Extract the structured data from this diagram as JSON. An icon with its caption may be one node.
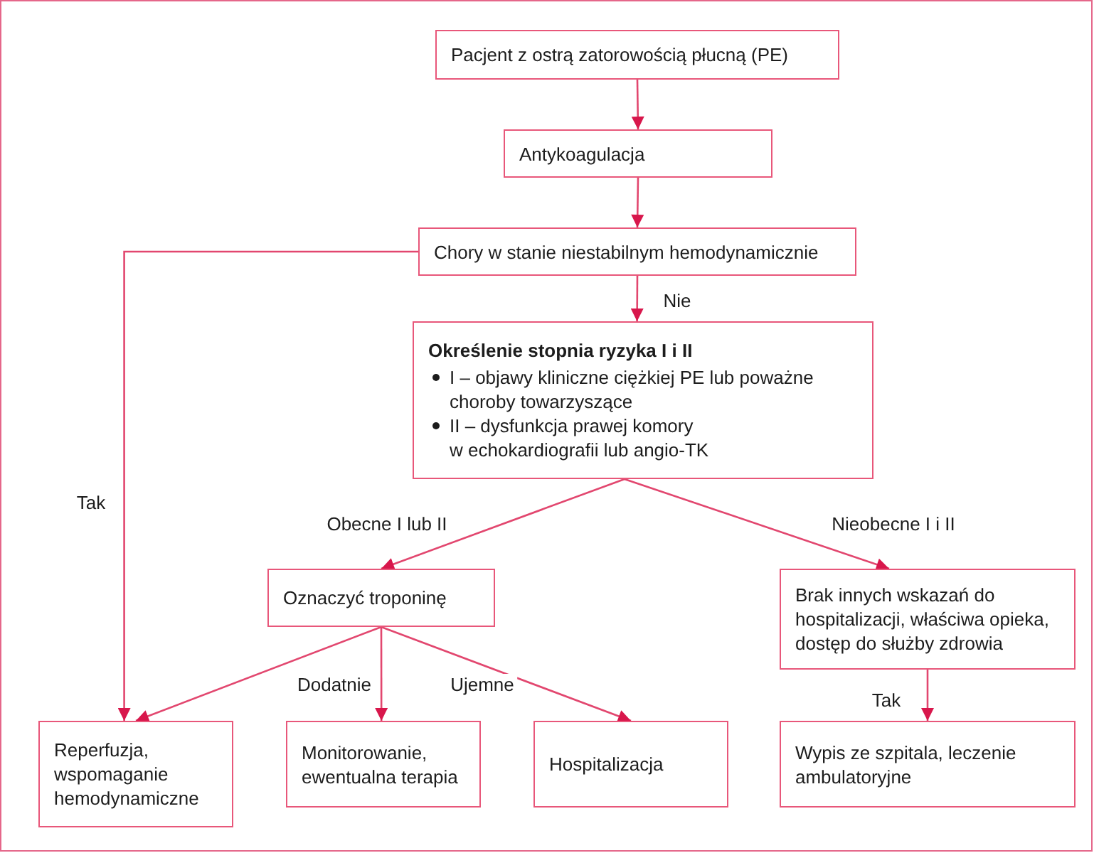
{
  "diagram": {
    "nodes": [
      {
        "text": [
          "Pacjent z ostrą zatorowością płucną (PE)"
        ]
      },
      {
        "text": [
          "Antykoagulacja"
        ]
      },
      {
        "text": [
          "Chory w stanie niestabilnym hemodynamicznie"
        ]
      },
      {
        "text": [
          "Określenie stopnia ryzyka I i II",
          "I – objawy kliniczne ciężkiej PE lub poważne choroby towarzyszące",
          "II – dysfunkcja prawej komory w echokardiografii lub angio-TK"
        ]
      },
      {
        "text": [
          "Oznaczyć troponinę"
        ]
      },
      {
        "text": [
          "Brak innych wskazań do hospitalizacji, właściwa opieka, dostęp do służby zdrowia"
        ]
      },
      {
        "text": [
          "Reperfuzja, wspomaganie hemodynamiczne"
        ]
      },
      {
        "text": [
          "Monitorowanie, ewentualna terapia"
        ]
      },
      {
        "text": [
          "Hospitalizacja"
        ]
      },
      {
        "text": [
          "Wypis ze szpitala, leczenie ambulatoryjne"
        ]
      }
    ],
    "edges": [
      {
        "from": 0,
        "to": 1,
        "arrow": "to"
      },
      {
        "from": 1,
        "to": 2,
        "arrow": "to"
      },
      {
        "from": 2,
        "to": 6,
        "arrow": "to",
        "label": "Tak"
      },
      {
        "from": 2,
        "to": 3,
        "arrow": "to",
        "label": "Nie"
      },
      {
        "from": 3,
        "to": 4,
        "arrow": "to",
        "label": "Obecne I lub II"
      },
      {
        "from": 3,
        "to": 5,
        "arrow": "to",
        "label": "Nieobecne I i II"
      },
      {
        "from": 4,
        "to": 6,
        "arrow": "to"
      },
      {
        "from": 4,
        "to": 7,
        "arrow": "to",
        "label": "Dodatnie"
      },
      {
        "from": 4,
        "to": 8,
        "arrow": "to",
        "label": "Ujemne"
      },
      {
        "from": 5,
        "to": 9,
        "arrow": "to",
        "label": "Tak"
      }
    ]
  }
}
